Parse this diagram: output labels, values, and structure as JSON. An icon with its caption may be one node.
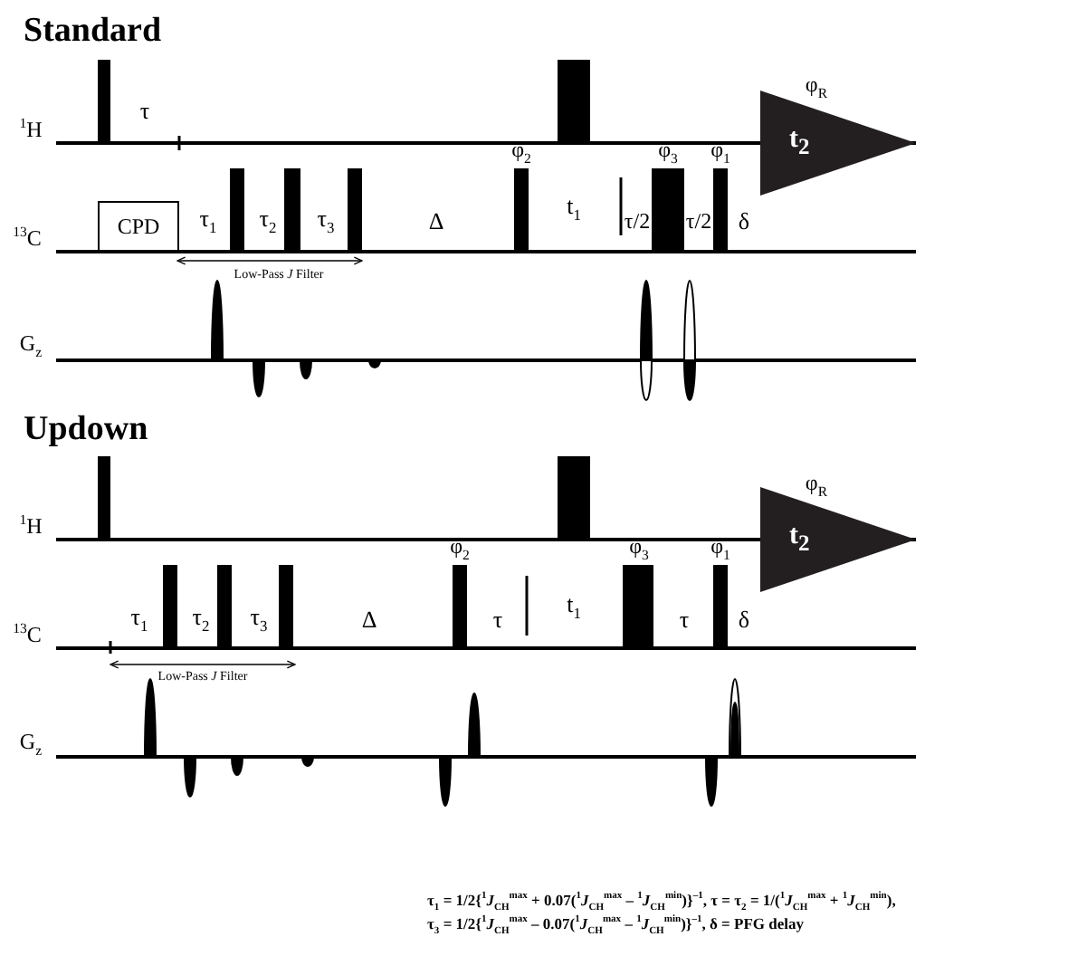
{
  "diagram": {
    "nodes": [
      {
        "text": [
          "CPD"
        ]
      },
      {
        "text": [
          "t$_{2}$"
        ]
      },
      {
        "text": [
          "t$_{2}$"
        ]
      }
    ],
    "labels": [
      "Standard",
      "τ",
      "φ$_{R}$",
      "$^{1}$H",
      "φ$_{2}$",
      "φ$_{3}$",
      "φ$_{1}$",
      "τ$_{1}$",
      "τ$_{2}$",
      "τ$_{3}$",
      "Δ",
      "t$_{1}$",
      "τ/2",
      "τ/2",
      "δ",
      "$^{13}$C",
      "Low-Pass *J* Filter",
      "G$_{z}$",
      "Updown",
      "φ$_{R}$",
      "$^{1}$H",
      "φ$_{2}$",
      "φ$_{3}$",
      "φ$_{1}$",
      "τ$_{1}$",
      "τ$_{2}$",
      "τ$_{3}$",
      "Δ",
      "τ",
      "t$_{1}$",
      "τ",
      "δ",
      "$^{13}$C",
      "Low-Pass *J* Filter",
      "G$_{z}$",
      "τ$_{1}$ = 1/2{$^{1}$*J*$_{CH}$$^{max}$ + 0.07($^{1}$*J*$_{CH}$$^{max}$ – $^{1}$*J*$_{CH}$$^{min}$)}$^{–1}$, τ = τ$_{2}$ = 1/($^{1}$*J*$_{CH}$$^{max}$ + $^{1}$*J*$_{CH}$$^{min}$),",
      "τ$_{3}$ = 1/2{$^{1}$*J*$_{CH}$$^{max}$ – 0.07($^{1}$*J*$_{CH}$$^{max}$ – $^{1}$*J*$_{CH}$$^{min}$)}$^{–1}$, δ = PFG delay"
    ]
  }
}
